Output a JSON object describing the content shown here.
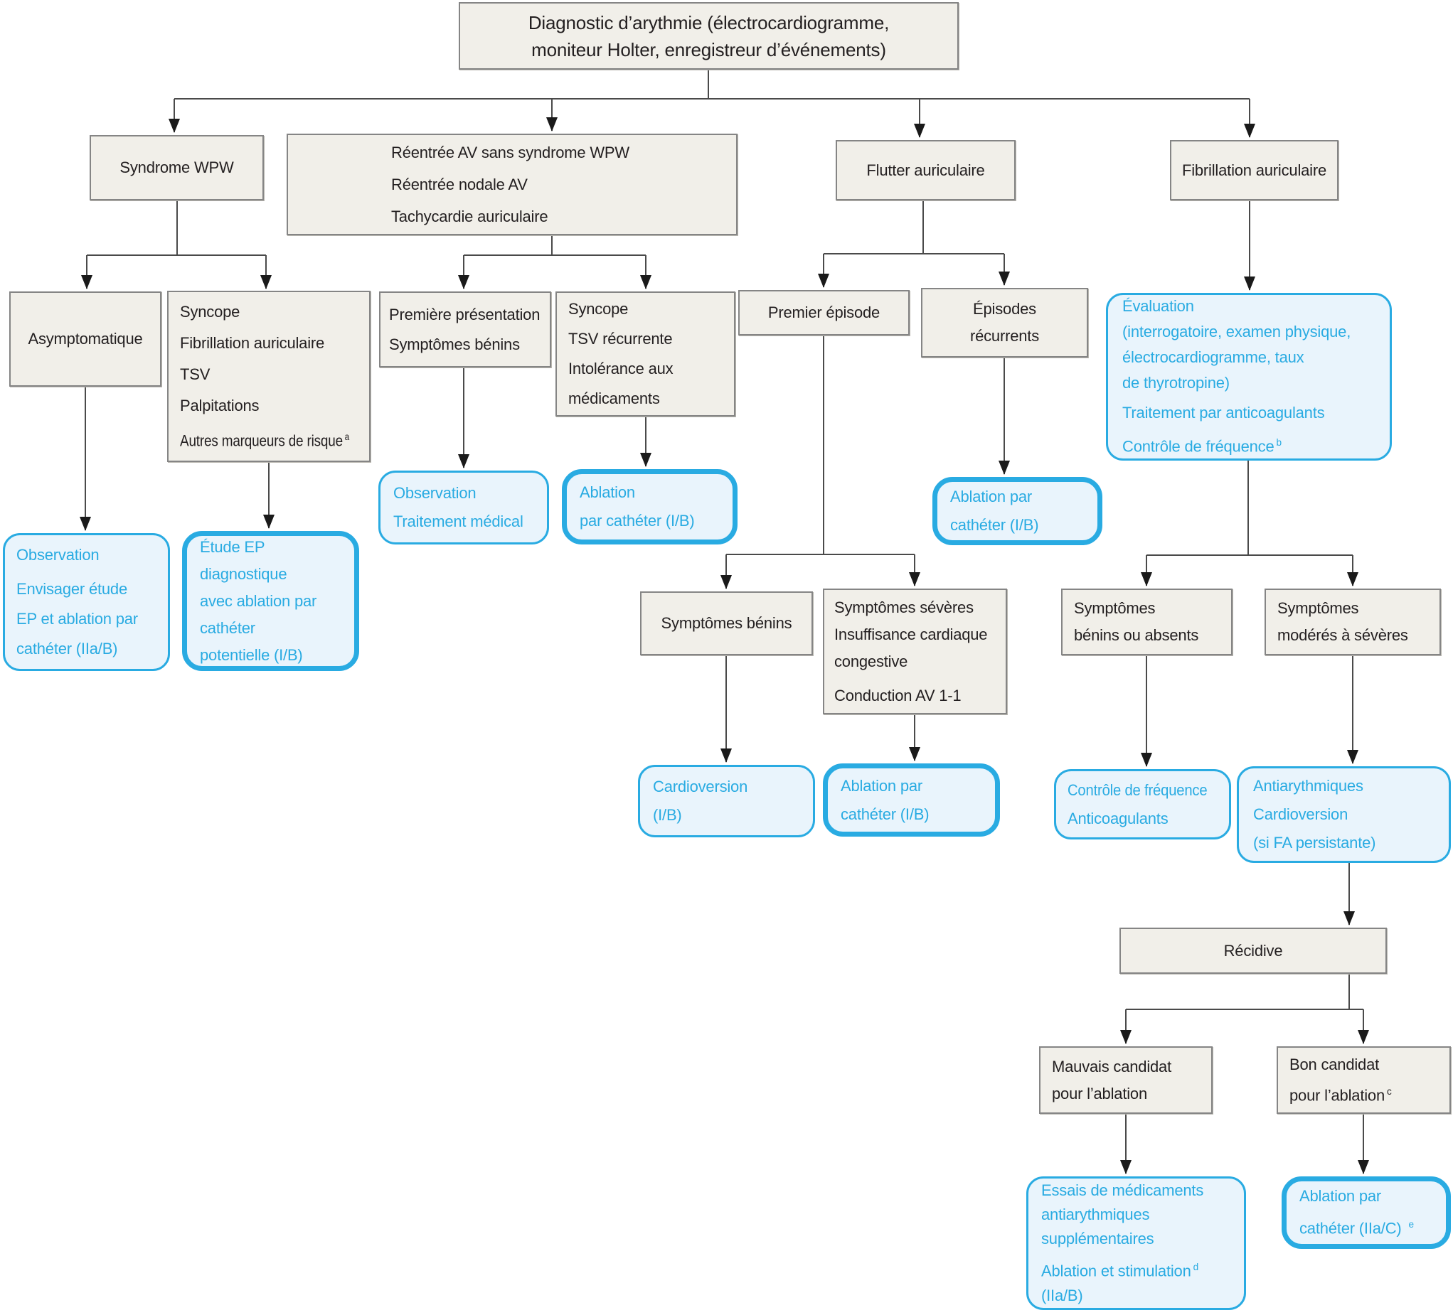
{
  "colors": {
    "accent": "#29abe2",
    "blue_fill": "#e9f4fc",
    "gray_fill": "#f1efe9",
    "gray_border": "#858585",
    "line": "#4a4a4a",
    "text": "#231f20"
  },
  "nodes": {
    "root": {
      "lines": [
        "Diagnostic d’arythmie (électrocardiogramme,",
        "moniteur Holter, enregistreur d’événements)"
      ]
    },
    "wpw": {
      "label": "Syndrome WPW"
    },
    "reentry": {
      "lines": [
        "Réentrée AV sans syndrome WPW",
        "Réentrée nodale AV",
        "Tachycardie auriculaire"
      ]
    },
    "flutter": {
      "label": "Flutter auriculaire"
    },
    "fib": {
      "label": "Fibrillation auriculaire"
    },
    "asympt": {
      "label": "Asymptomatique"
    },
    "wpw_risk": {
      "lines": [
        "Syncope",
        "Fibrillation auriculaire",
        "TSV",
        "Palpitations",
        "Autres marqueurs de risque"
      ],
      "sup": "a"
    },
    "wpw_obs": {
      "lines": [
        "Observation",
        "Envisager étude",
        "EP et ablation par",
        "cathéter (IIa/B)"
      ]
    },
    "wpw_ep": {
      "lines": [
        "Étude EP",
        "diagnostique",
        "avec ablation par",
        "cathéter",
        "potentielle (I/B)"
      ]
    },
    "first_pres": {
      "lines": [
        "Première présentation",
        "Symptômes bénins"
      ]
    },
    "sync_rec": {
      "lines": [
        "Syncope",
        "TSV récurrente",
        "Intolérance aux",
        "médicaments"
      ]
    },
    "obs_med": {
      "lines": [
        "Observation",
        "Traitement médical"
      ]
    },
    "abl1": {
      "lines": [
        "Ablation",
        "par cathéter (I/B)"
      ]
    },
    "first_ep": {
      "label": "Premier épisode"
    },
    "rec_ep": {
      "lines": [
        "Épisodes",
        "récurrents"
      ]
    },
    "abl2": {
      "lines": [
        "Ablation par",
        "cathéter (I/B)"
      ]
    },
    "sympt_ben": {
      "label": "Symptômes bénins"
    },
    "sympt_sev": {
      "lines": [
        "Symptômes sévères",
        "Insuffisance cardiaque",
        "congestive",
        "Conduction AV 1-1"
      ]
    },
    "cardio": {
      "lines": [
        "Cardioversion",
        "(I/B)"
      ]
    },
    "abl3": {
      "lines": [
        "Ablation par",
        "cathéter (I/B)"
      ]
    },
    "eval": {
      "lines": [
        "Évaluation",
        "(interrogatoire, examen physique,",
        "électrocardiogramme, taux",
        "de thyrotropine)",
        "Traitement par anticoagulants",
        "Contrôle de fréquence"
      ],
      "sup": "b"
    },
    "ben_abs": {
      "lines": [
        "Symptômes",
        "bénins ou absents"
      ]
    },
    "mod_sev": {
      "lines": [
        "Symptômes",
        "modérés à sévères"
      ]
    },
    "ctrl": {
      "lines": [
        "Contrôle de fréquence",
        "Anticoagulants"
      ]
    },
    "antiar": {
      "lines": [
        "Antiarythmiques",
        "Cardioversion",
        "(si FA persistante)"
      ]
    },
    "recidive": {
      "label": "Récidive"
    },
    "bad": {
      "lines": [
        "Mauvais candidat",
        "pour l’ablation"
      ]
    },
    "good": {
      "lines": [
        "Bon candidat",
        "pour l’ablation"
      ],
      "sup": "c"
    },
    "essais": {
      "lines": [
        "Essais de médicaments",
        "antiarythmiques",
        "supplémentaires",
        "Ablation et stimulation",
        "(IIa/B)"
      ],
      "sup": "d"
    },
    "abl4": {
      "lines": [
        "Ablation par",
        "cathéter (IIa/C)"
      ],
      "sup": "e"
    }
  }
}
